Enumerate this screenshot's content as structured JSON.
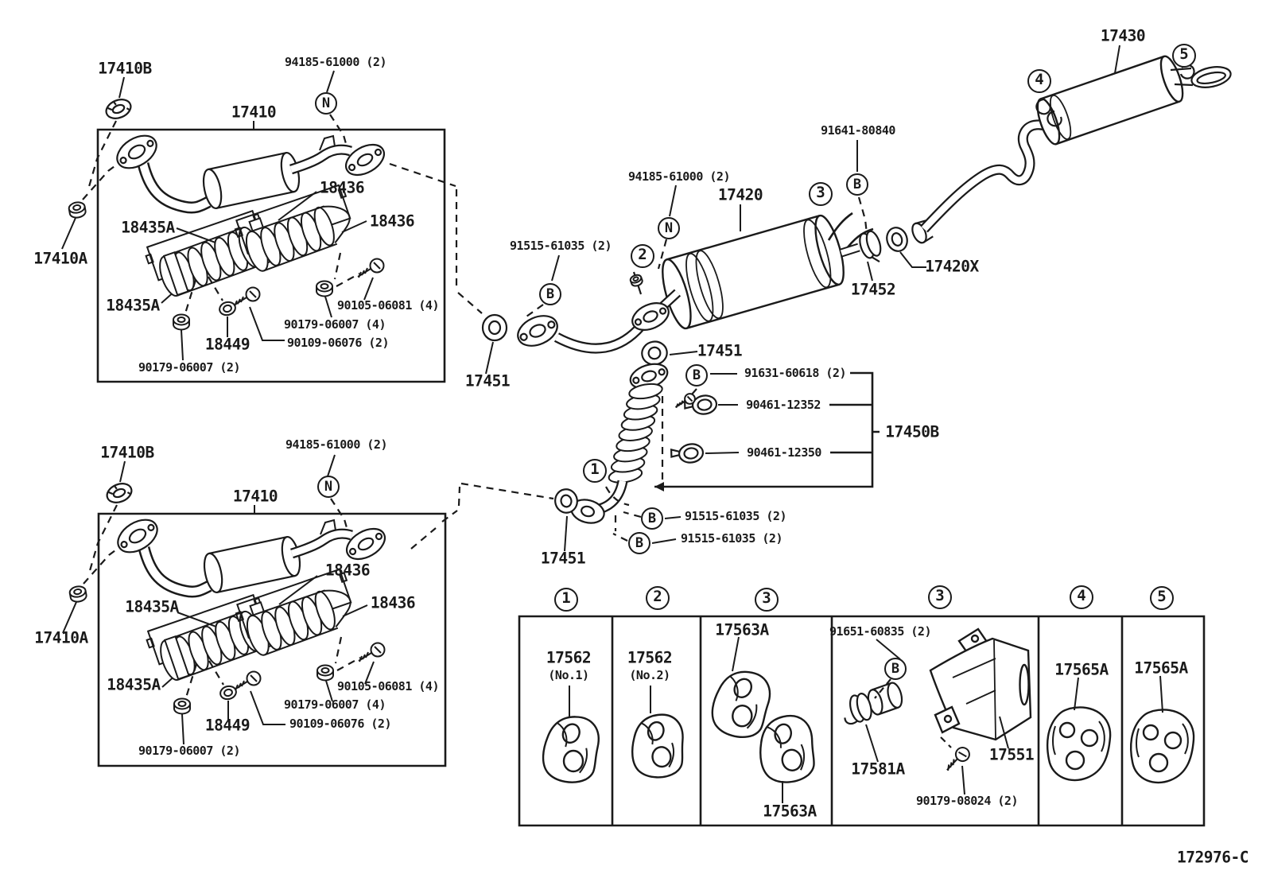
{
  "page": {
    "code": "172976-C",
    "bg": "#ffffff",
    "ink": "#1a1a1a"
  },
  "upper_assembly": {
    "gasket_17410b": "17410B",
    "stud_94185": "94185-61000 (2)",
    "marker_n": "N",
    "front_pipe": "17410",
    "nut_17410a": "17410A",
    "shield_a": "18436",
    "shield_b": "18436",
    "retainer_top": "18435A",
    "retainer_bottom": "18435A",
    "bolt_90105": "90105-06081 (4)",
    "nut_90179_4": "90179-06007 (4)",
    "ring_18449": "18449",
    "bolt_90109": "90109-06076 (2)",
    "nut_90179_2": "90179-06007 (2)"
  },
  "lower_assembly": {
    "gasket_17410b": "17410B",
    "stud_94185": "94185-61000 (2)",
    "marker_n": "N",
    "front_pipe": "17410",
    "nut_17410a": "17410A",
    "shield_a": "18436",
    "shield_b": "18436",
    "retainer_top": "18435A",
    "retainer_bottom": "18435A",
    "bolt_90105": "90105-06081 (4)",
    "nut_90179_4": "90179-06007 (4)",
    "ring_18449": "18449",
    "bolt_90109": "90109-06076 (2)",
    "nut_90179_2": "90179-06007 (2)"
  },
  "center_assembly": {
    "stud_94185": "94185-61000 (2)",
    "marker_n": "N",
    "marker_2": "2",
    "center_muffler": "17420",
    "marker_3": "3",
    "marker_b_top": "B",
    "bolt_91641": "91641-80840",
    "bolt_91515_front": "91515-61035 (2)",
    "marker_b_front": "B",
    "gasket_17451_front": "17451",
    "gasket_17451_mid": "17451",
    "clamp_17452": "17452",
    "gasket_17420x": "17420X",
    "tail_muffler": "17430",
    "marker_4": "4",
    "marker_5": "5",
    "marker_b_mid": "B",
    "bolt_91631": "91631-60618 (2)",
    "clamp_90461_upper": "90461-12352",
    "clamp_90461_lower": "90461-12350",
    "front_pipe_assy": "17450B",
    "marker_1": "1",
    "marker_b_low1": "B",
    "bolt_91515_low1": "91515-61035 (2)",
    "marker_b_low2": "B",
    "bolt_91515_low2": "91515-61035 (2)",
    "gasket_17451_low": "17451"
  },
  "legend_table": {
    "columns": [
      {
        "marker": "1",
        "lines": [
          "17562",
          "(No.1)"
        ]
      },
      {
        "marker": "2",
        "lines": [
          "17562",
          "(No.2)"
        ]
      },
      {
        "marker": "3",
        "hanger_top": "17563A",
        "hanger_bottom": "17563A"
      },
      {
        "marker": "3",
        "bolt": "91651-60835 (2)",
        "marker_b": "B",
        "clamp": "17581A",
        "bracket": "17551",
        "bolt2": "90179-08024 (2)"
      },
      {
        "marker": "4",
        "hanger": "17565A"
      },
      {
        "marker": "5",
        "hanger": "17565A"
      }
    ]
  }
}
